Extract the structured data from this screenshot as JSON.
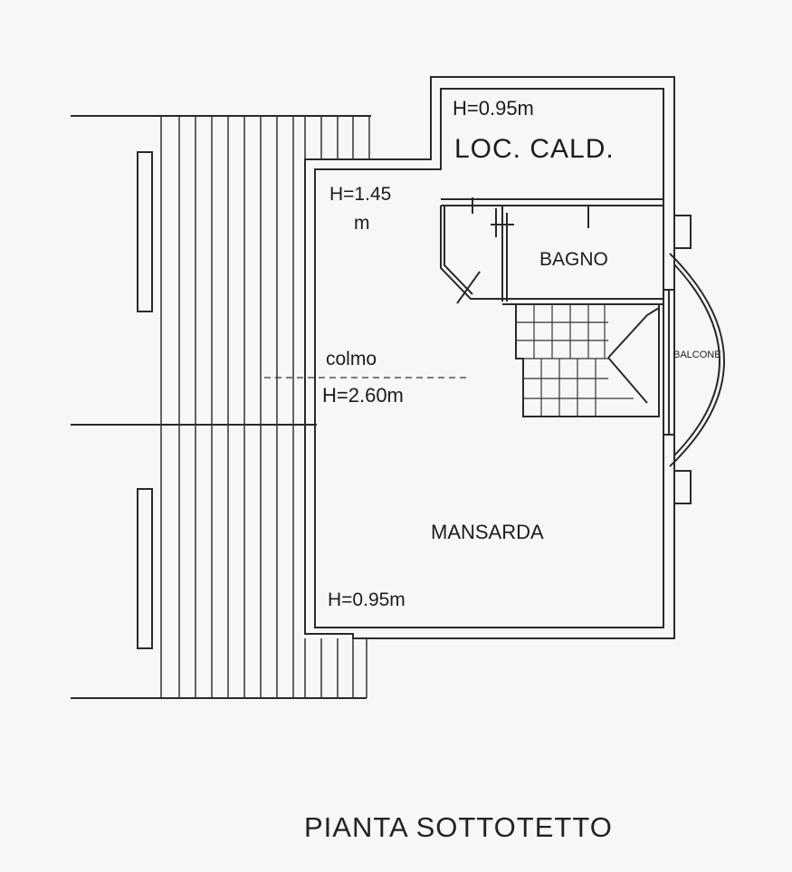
{
  "rooms": {
    "caldaia": {
      "label": "LOC. CALD.",
      "height": "H=0.95m"
    },
    "bagno": {
      "label": "BAGNO"
    },
    "mansarda": {
      "label": "MANSARDA",
      "height_low": "H=0.95m",
      "height_mid_a": "H=1.45",
      "height_mid_b": "m"
    },
    "balcone": {
      "label": "BALCONE"
    }
  },
  "ridge": {
    "label": "colmo",
    "height": "H=2.60m"
  },
  "title": "PIANTA SOTTOTETTO",
  "colors": {
    "ink": "#1c1c1c",
    "paper": "#f7f7f5"
  }
}
